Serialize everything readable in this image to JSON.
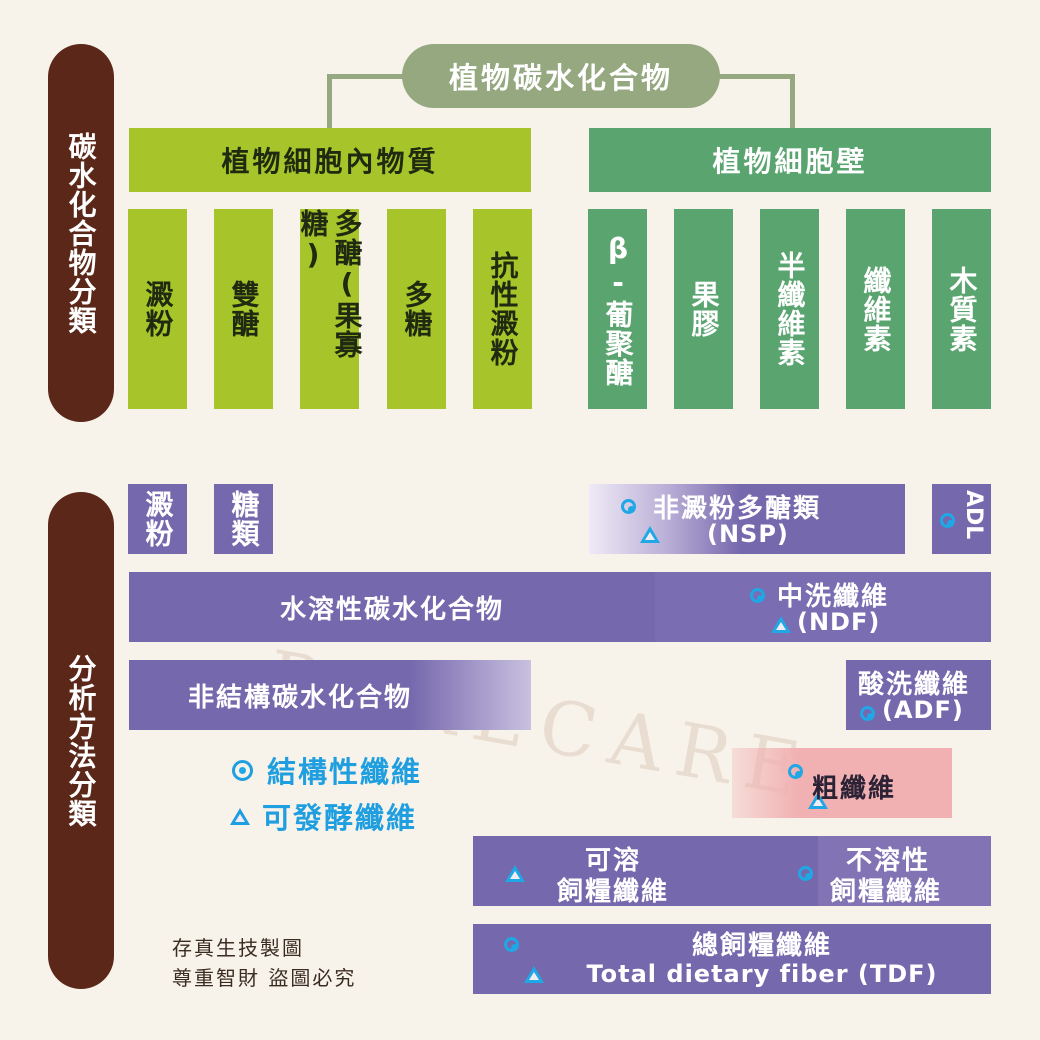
{
  "side_labels": {
    "carb_classification": "碳水化合物分類",
    "analysis_classification": "分析方法分類"
  },
  "root": "植物碳水化合物",
  "groups": {
    "intracellular": "植物細胞內物質",
    "cell_wall": "植物細胞壁"
  },
  "intracellular_items": [
    "澱粉",
    "雙醣",
    "多醣(果寡糖)",
    "多糖",
    "抗性澱粉"
  ],
  "cell_wall_items": [
    "β-葡聚醣",
    "果膠",
    "半纖維素",
    "纖維素",
    "木質素"
  ],
  "analysis": {
    "starch": "澱粉",
    "sugars": "糖類",
    "nsp_line1": "非澱粉多醣類",
    "nsp_line2": "(NSP)",
    "adl": "ADL",
    "water_soluble": "水溶性碳水化合物",
    "ndf_line1": "中洗纖維",
    "ndf_line2": "(NDF)",
    "nsc": "非結構碳水化合物",
    "adf_line1": "酸洗纖維",
    "adf_line2": "(ADF)",
    "crude_fiber": "粗纖維",
    "soluble_fiber_line1": "可溶",
    "soluble_fiber_line2": "飼糧纖維",
    "insoluble_fiber_line1": "不溶性",
    "insoluble_fiber_line2": "飼糧纖維",
    "tdf_line1": "總飼糧纖維",
    "tdf_line2": "Total dietary fiber (TDF)"
  },
  "legend": {
    "circle": "結構性纖維",
    "triangle": "可發酵纖維"
  },
  "credit": {
    "line1": "存真生技製圖",
    "line2": "尊重智財 盜圖必究"
  },
  "watermark": "PURECARE",
  "colors": {
    "background": "#f8f3ea",
    "side_pill": "#5b2718",
    "root": "#95a880",
    "lime": "#a7c52a",
    "green": "#5aa470",
    "purple": "#7668ad",
    "crude_fiber": "#f1b1b3",
    "marker": "#1fa7e6"
  }
}
